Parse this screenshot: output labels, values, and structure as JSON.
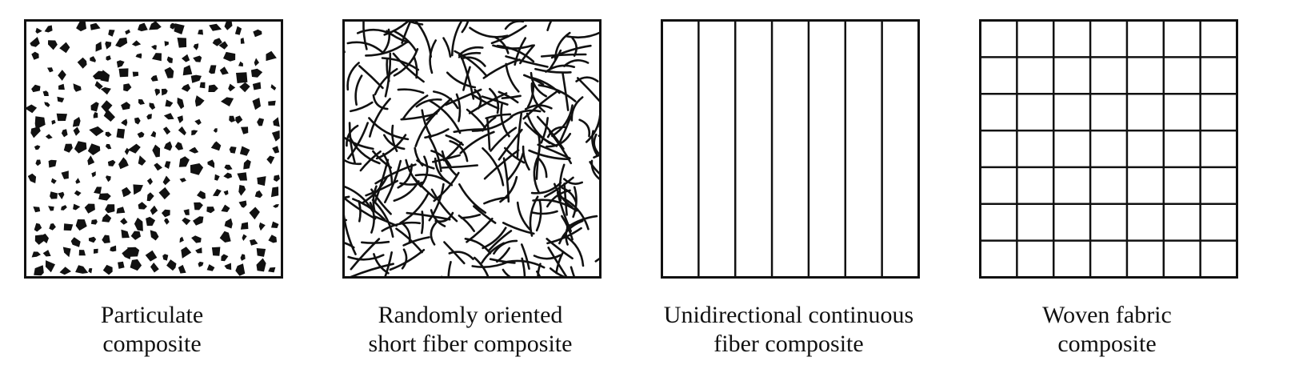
{
  "figure": {
    "ink_color": "#111111",
    "background": "#ffffff",
    "panels": [
      {
        "id": "particulate",
        "pattern": "particles",
        "caption": [
          "Particulate",
          "composite"
        ]
      },
      {
        "id": "random-short-fiber",
        "pattern": "random-short-fibers",
        "caption": [
          "Randomly oriented",
          "short fiber composite"
        ]
      },
      {
        "id": "unidirectional",
        "pattern": "vertical-continuous-fibers",
        "caption": [
          "Unidirectional continuous",
          "fiber composite"
        ]
      },
      {
        "id": "woven",
        "pattern": "woven-grid",
        "caption": [
          "Woven fabric",
          "composite"
        ]
      }
    ]
  }
}
